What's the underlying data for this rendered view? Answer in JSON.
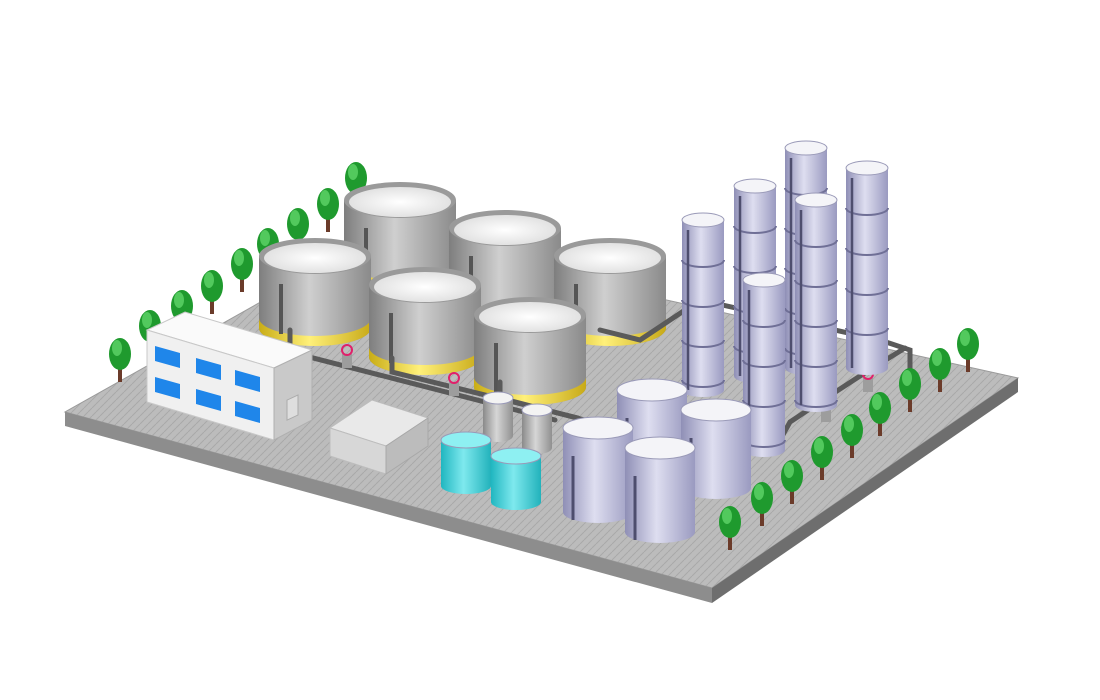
{
  "scene": {
    "subject": "isometric-refinery-illustration",
    "colors": {
      "background": "#ffffff",
      "ground_top": "#bdbdbd",
      "ground_front": "#8f8f8f",
      "ground_side": "#6f6f6f",
      "tank_body": "#a8a8a8",
      "tank_top": "#f2f2f2",
      "tank_band": "#f0d83c",
      "silo_body": "#b9b9d8",
      "silo_top": "#f4f4f8",
      "teal_tank": "#3ecfd6",
      "tree_foliage": "#1f9a2e",
      "tree_trunk": "#6b3b2a",
      "building_wall": "#f2f2f2",
      "building_window": "#1f86ea",
      "pipe": "#5f5f5f",
      "valve": "#e0206a"
    },
    "counts": {
      "storage_tanks": 6,
      "columns": 6,
      "medium_tanks": 4,
      "teal_tanks": 2,
      "small_cylinders": 2
    }
  }
}
